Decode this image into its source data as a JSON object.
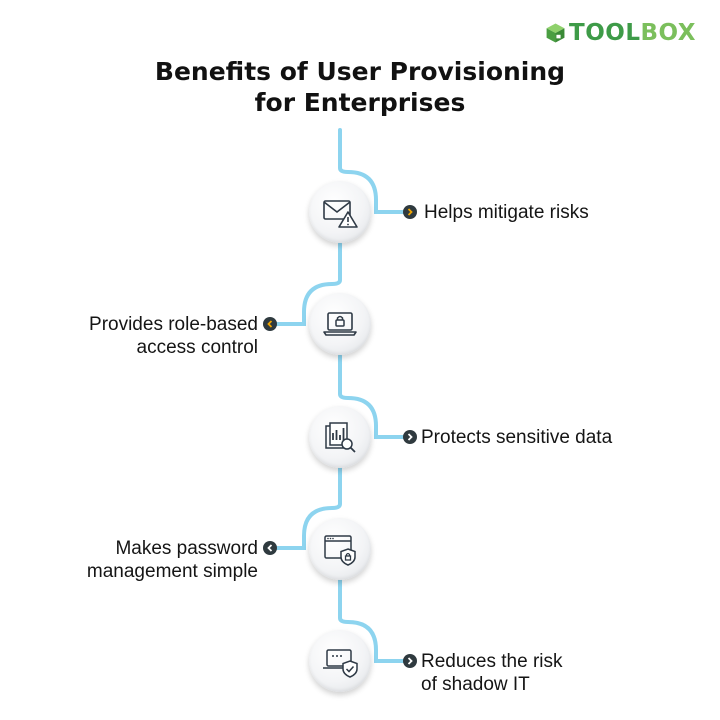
{
  "brand": {
    "name_part1": "TOOL",
    "name_part2": "BOX"
  },
  "title": {
    "line1": "Benefits of User Provisioning",
    "line2": "for Enterprises"
  },
  "items": [
    {
      "lines": [
        "Helps mitigate risks"
      ],
      "icon": "email-warning-icon",
      "side": "right"
    },
    {
      "lines": [
        "Provides role-based",
        "access control"
      ],
      "icon": "laptop-lock-icon",
      "side": "left"
    },
    {
      "lines": [
        "Protects sensitive data"
      ],
      "icon": "document-analysis-icon",
      "side": "right"
    },
    {
      "lines": [
        "Makes password",
        "management simple"
      ],
      "icon": "browser-shield-icon",
      "side": "left"
    },
    {
      "lines": [
        "Reduces the risk",
        "of shadow IT"
      ],
      "icon": "laptop-password-shield-icon",
      "side": "right"
    }
  ],
  "colors": {
    "line": "#8dd4ef",
    "logo_dark": "#3e9b48",
    "logo_light": "#7bbf5c",
    "arrow_bg": "#2f3a3f",
    "arrow_accent_first": "#f0a500"
  }
}
